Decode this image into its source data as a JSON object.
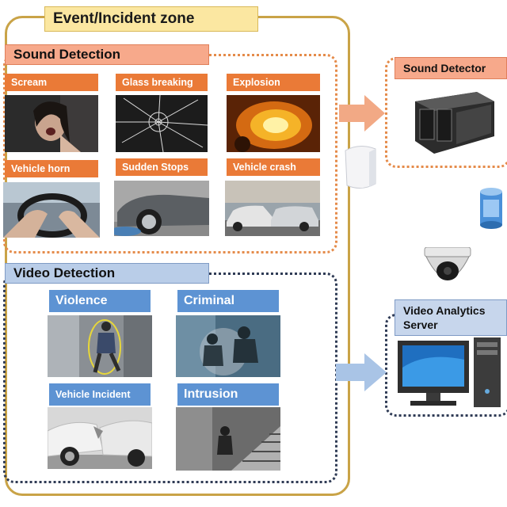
{
  "zone": {
    "title": "Event/Incident zone"
  },
  "sound": {
    "title": "Sound Detection",
    "events": [
      "Scream",
      "Glass breaking",
      "Explosion",
      "Vehicle horn",
      "Sudden Stops",
      "Vehicle crash"
    ]
  },
  "video": {
    "title": "Video Detection",
    "events": [
      "Violence",
      "Criminal",
      "Vehicle Incident",
      "Intrusion"
    ]
  },
  "detector": {
    "title": "Sound Detector"
  },
  "server": {
    "title": "Video Analytics Server"
  },
  "colors": {
    "zone_border": "#c9a347",
    "sound_accent": "#ea7a37",
    "video_accent": "#5d93d3",
    "dotted_dark": "#2f3b55"
  }
}
